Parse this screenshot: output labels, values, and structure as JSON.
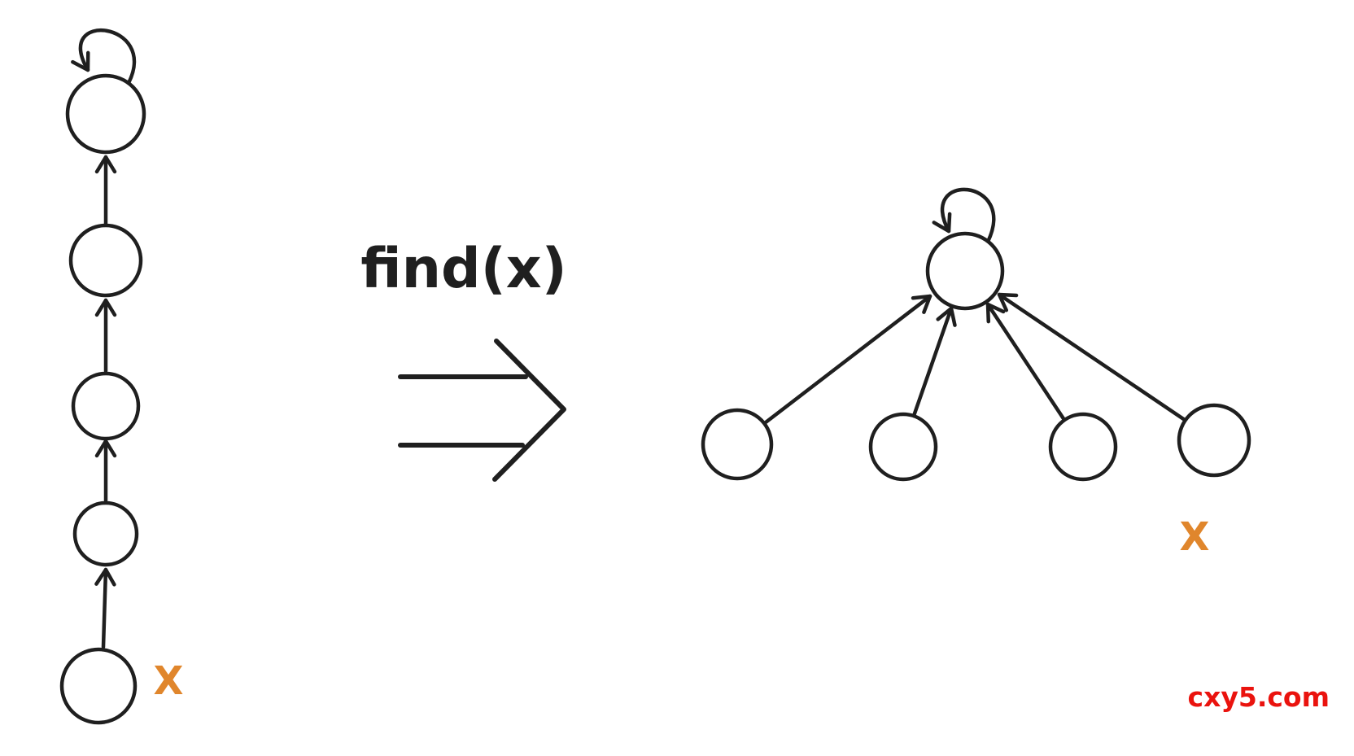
{
  "labels": {
    "operation": "find(x)",
    "left_x": "X",
    "right_x": "X",
    "watermark": "cxy5.com"
  },
  "colors": {
    "ink": "#1f1f1f",
    "x_label": "#e0862c",
    "watermark": "#ea130e",
    "background": "#ffffff"
  },
  "diagram": {
    "type": "union-find path compression",
    "before": {
      "description": "chain of 5 nodes, each child points upward to its parent, top root node has a self-loop, node x is at the bottom of the chain",
      "node_count": 5,
      "x_position": "bottom node"
    },
    "operation": "find(x)",
    "after": {
      "description": "flattened tree after path compression: 4 nodes all point directly to the root, root has a self-loop, node x is the rightmost leaf",
      "root_count": 1,
      "leaf_count": 4,
      "x_position": "rightmost leaf"
    }
  }
}
